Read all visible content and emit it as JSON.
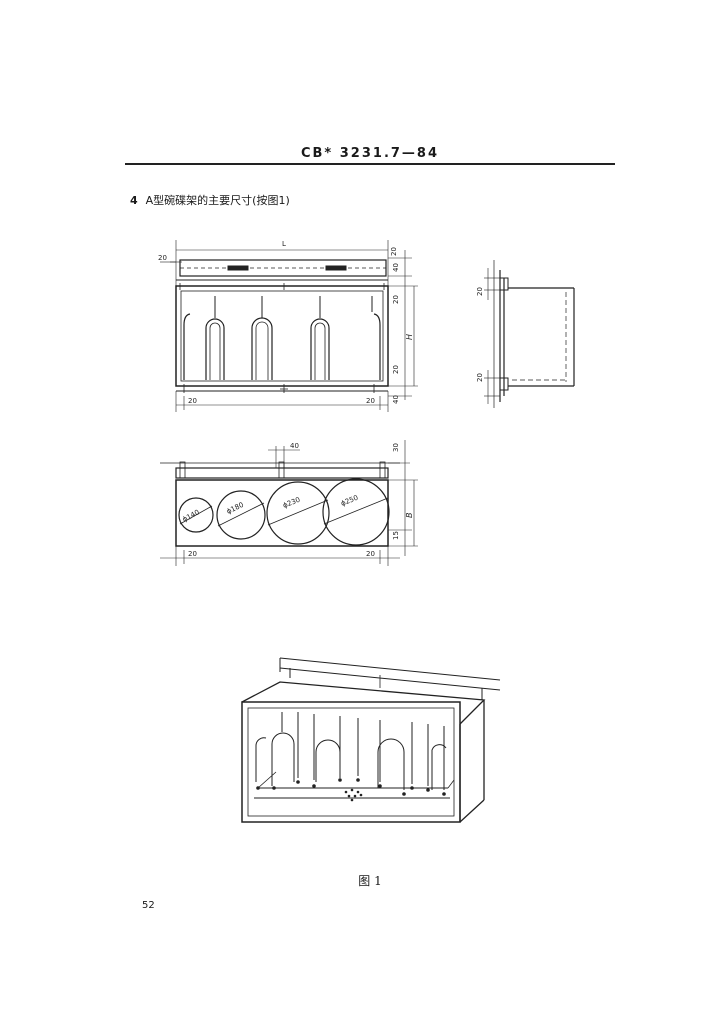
{
  "header": {
    "standard_number": "CB* 3231.7—84"
  },
  "section": {
    "number": "4",
    "title": "A型碗碟架的主要尺寸(按图1)"
  },
  "front_view": {
    "L": "L",
    "H": "H",
    "left_20": "20",
    "top_20": "20",
    "top_40": "40",
    "right_20a": "20",
    "right_20b": "20",
    "bottom_left_20": "20",
    "bottom_right_20": "20",
    "bottom_40": "40"
  },
  "side_view": {
    "dim_top": "20",
    "dim_bottom": "20"
  },
  "top_view": {
    "dim_40": "40",
    "dim_30": "30",
    "B": "B",
    "dim_15": "15",
    "bottom_left_20": "20",
    "bottom_right_20": "20",
    "circles": [
      "ϕ140",
      "ϕ180",
      "ϕ230",
      "ϕ250"
    ]
  },
  "caption": "图 1",
  "page_number": "52"
}
